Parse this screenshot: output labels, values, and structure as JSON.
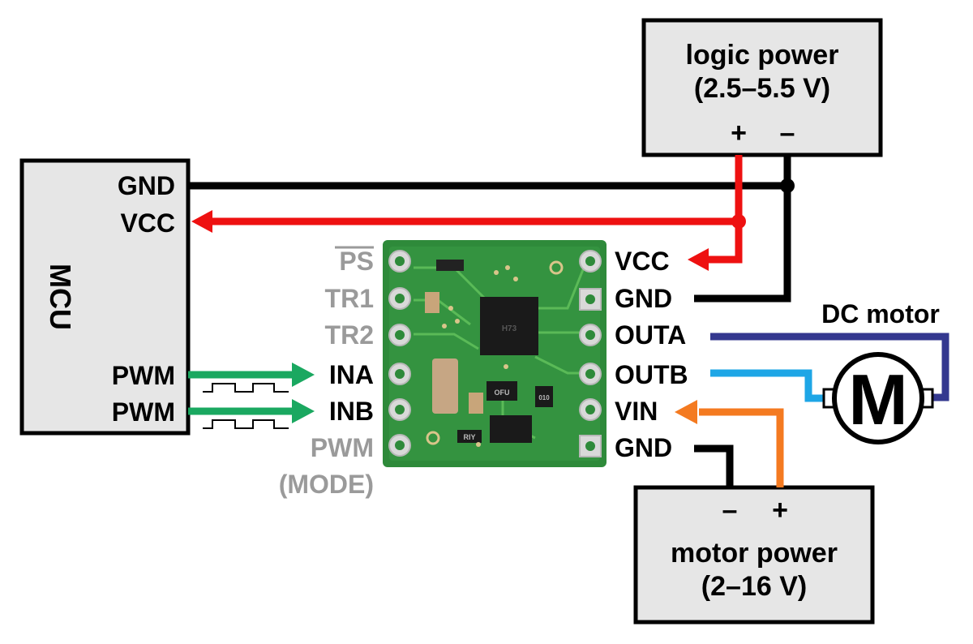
{
  "mcu": {
    "title": "MCU",
    "pins": {
      "gnd": "GND",
      "vcc": "VCC",
      "pwm1": "PWM",
      "pwm2": "PWM"
    }
  },
  "logic_power": {
    "line1": "logic power",
    "line2": "(2.5–5.5 V)",
    "plus": "+",
    "minus": "–"
  },
  "motor_power": {
    "line1": "motor power",
    "line2": "(2–16 V)",
    "plus": "+",
    "minus": "–"
  },
  "board": {
    "left_pins": [
      "PS",
      "TR1",
      "TR2",
      "INA",
      "INB",
      "PWM",
      "(MODE)"
    ],
    "right_pins": [
      "VCC",
      "GND",
      "OUTA",
      "OUTB",
      "VIN",
      "GND"
    ],
    "chip_marking_1": "H73",
    "chip_marking_2": "OFU",
    "chip_marking_3": "010",
    "chip_marking_4": "RIY"
  },
  "motor": {
    "label": "DC motor",
    "symbol": "M"
  },
  "colors": {
    "gnd": "#000000",
    "vcc": "#ee1111",
    "pwm": "#1aa860",
    "outa": "#34388f",
    "outb": "#1ea6e6",
    "vin": "#f47a20",
    "board": "#2e8a3a",
    "label_grey": "#9a9a9a"
  }
}
